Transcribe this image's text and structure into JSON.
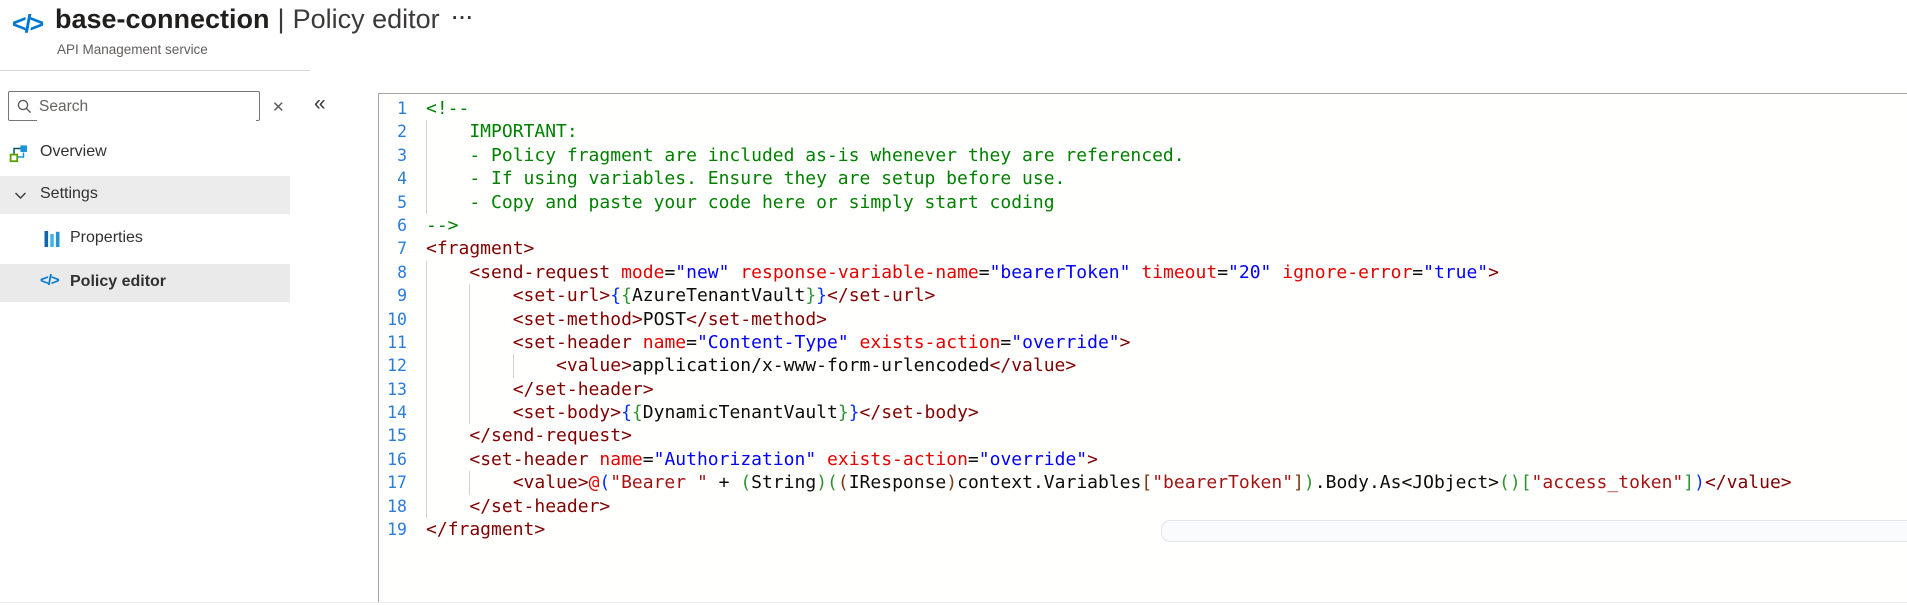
{
  "header": {
    "code_glyph": "</>",
    "title_primary": "base-connection",
    "title_separator": "|",
    "title_secondary": "Policy editor",
    "subtitle": "API Management service",
    "more_label": "···"
  },
  "sidebar": {
    "search": {
      "placeholder": "Search",
      "clear_glyph": "✕",
      "collapse_glyph": "«"
    },
    "items": [
      {
        "label": "Overview",
        "icon": "overview-icon",
        "selected": false
      },
      {
        "label": "Settings",
        "icon": "chevron-down-icon",
        "selected": false,
        "group": true
      },
      {
        "label": "Properties",
        "icon": "properties-icon",
        "selected": false
      },
      {
        "label": "Policy editor",
        "icon": "code-icon",
        "glyph": "</>",
        "selected": true
      }
    ]
  },
  "colors": {
    "accent": "#0078d4",
    "selected_row_bg": "#eaeaea",
    "header_text": "#201f1e",
    "subtitle_text": "#605e5c"
  },
  "editor": {
    "language": "xml",
    "palette": {
      "cm": "#008000",
      "tg": "#800000",
      "at": "#e50000",
      "st": "#0000ff",
      "pl": "#0c0c0c",
      "cs": "#a31515",
      "b1": "#0431fa",
      "b2": "#319331",
      "b3": "#7b3814",
      "ln": "#2b7cd6",
      "guide": "#d3d3d3"
    },
    "lines": [
      {
        "num": "1",
        "guides": [],
        "tokens": [
          [
            "cm",
            "<!--"
          ]
        ]
      },
      {
        "num": "2",
        "guides": [
          0
        ],
        "tokens": [
          [
            "cm",
            "    IMPORTANT:"
          ]
        ]
      },
      {
        "num": "3",
        "guides": [
          0
        ],
        "tokens": [
          [
            "cm",
            "    - Policy fragment are included as-is whenever they are referenced."
          ]
        ]
      },
      {
        "num": "4",
        "guides": [
          0
        ],
        "tokens": [
          [
            "cm",
            "    - If using variables. Ensure they are setup before use."
          ]
        ]
      },
      {
        "num": "5",
        "guides": [
          0
        ],
        "tokens": [
          [
            "cm",
            "    - Copy and paste your code here or simply start coding"
          ]
        ]
      },
      {
        "num": "6",
        "guides": [],
        "tokens": [
          [
            "cm",
            "-->"
          ]
        ]
      },
      {
        "num": "7",
        "guides": [],
        "tokens": [
          [
            "tg",
            "<fragment>"
          ]
        ]
      },
      {
        "num": "8",
        "guides": [
          0
        ],
        "tokens": [
          [
            "pl",
            "    "
          ],
          [
            "tg",
            "<send-request"
          ],
          [
            "pl",
            " "
          ],
          [
            "at",
            "mode"
          ],
          [
            "pl",
            "="
          ],
          [
            "st",
            "\"new\""
          ],
          [
            "pl",
            " "
          ],
          [
            "at",
            "response-variable-name"
          ],
          [
            "pl",
            "="
          ],
          [
            "st",
            "\"bearerToken\""
          ],
          [
            "pl",
            " "
          ],
          [
            "at",
            "timeout"
          ],
          [
            "pl",
            "="
          ],
          [
            "st",
            "\"20\""
          ],
          [
            "pl",
            " "
          ],
          [
            "at",
            "ignore-error"
          ],
          [
            "pl",
            "="
          ],
          [
            "st",
            "\"true\""
          ],
          [
            "tg",
            ">"
          ]
        ]
      },
      {
        "num": "9",
        "guides": [
          0,
          4
        ],
        "tokens": [
          [
            "pl",
            "        "
          ],
          [
            "tg",
            "<set-url>"
          ],
          [
            "b1",
            "{"
          ],
          [
            "b2",
            "{"
          ],
          [
            "pl",
            "AzureTenantVault"
          ],
          [
            "b2",
            "}"
          ],
          [
            "b1",
            "}"
          ],
          [
            "tg",
            "</set-url>"
          ]
        ]
      },
      {
        "num": "10",
        "guides": [
          0,
          4
        ],
        "tokens": [
          [
            "pl",
            "        "
          ],
          [
            "tg",
            "<set-method>"
          ],
          [
            "pl",
            "POST"
          ],
          [
            "tg",
            "</set-method>"
          ]
        ]
      },
      {
        "num": "11",
        "guides": [
          0,
          4
        ],
        "tokens": [
          [
            "pl",
            "        "
          ],
          [
            "tg",
            "<set-header"
          ],
          [
            "pl",
            " "
          ],
          [
            "at",
            "name"
          ],
          [
            "pl",
            "="
          ],
          [
            "st",
            "\"Content-Type\""
          ],
          [
            "pl",
            " "
          ],
          [
            "at",
            "exists-action"
          ],
          [
            "pl",
            "="
          ],
          [
            "st",
            "\"override\""
          ],
          [
            "tg",
            ">"
          ]
        ]
      },
      {
        "num": "12",
        "guides": [
          0,
          4,
          8
        ],
        "tokens": [
          [
            "pl",
            "            "
          ],
          [
            "tg",
            "<value>"
          ],
          [
            "pl",
            "application/x-www-form-urlencoded"
          ],
          [
            "tg",
            "</value>"
          ]
        ]
      },
      {
        "num": "13",
        "guides": [
          0,
          4
        ],
        "tokens": [
          [
            "pl",
            "        "
          ],
          [
            "tg",
            "</set-header>"
          ]
        ]
      },
      {
        "num": "14",
        "guides": [
          0,
          4
        ],
        "tokens": [
          [
            "pl",
            "        "
          ],
          [
            "tg",
            "<set-body>"
          ],
          [
            "b1",
            "{"
          ],
          [
            "b2",
            "{"
          ],
          [
            "pl",
            "DynamicTenantVault"
          ],
          [
            "b2",
            "}"
          ],
          [
            "b1",
            "}"
          ],
          [
            "tg",
            "</set-body>"
          ]
        ]
      },
      {
        "num": "15",
        "guides": [
          0
        ],
        "tokens": [
          [
            "pl",
            "    "
          ],
          [
            "tg",
            "</send-request>"
          ]
        ]
      },
      {
        "num": "16",
        "guides": [
          0
        ],
        "tokens": [
          [
            "pl",
            "    "
          ],
          [
            "tg",
            "<set-header"
          ],
          [
            "pl",
            " "
          ],
          [
            "at",
            "name"
          ],
          [
            "pl",
            "="
          ],
          [
            "st",
            "\"Authorization\""
          ],
          [
            "pl",
            " "
          ],
          [
            "at",
            "exists-action"
          ],
          [
            "pl",
            "="
          ],
          [
            "st",
            "\"override\""
          ],
          [
            "tg",
            ">"
          ]
        ]
      },
      {
        "num": "17",
        "guides": [
          0,
          4
        ],
        "tokens": [
          [
            "pl",
            "        "
          ],
          [
            "tg",
            "<value>"
          ],
          [
            "at",
            "@"
          ],
          [
            "b1",
            "("
          ],
          [
            "cs",
            "\"Bearer \""
          ],
          [
            "pl",
            " + "
          ],
          [
            "b2",
            "("
          ],
          [
            "pl",
            "String"
          ],
          [
            "b2",
            ")"
          ],
          [
            "b2",
            "("
          ],
          [
            "b3",
            "("
          ],
          [
            "pl",
            "IResponse"
          ],
          [
            "b3",
            ")"
          ],
          [
            "pl",
            "context.Variables"
          ],
          [
            "b3",
            "["
          ],
          [
            "cs",
            "\"bearerToken\""
          ],
          [
            "b3",
            "]"
          ],
          [
            "b2",
            ")"
          ],
          [
            "pl",
            ".Body.As<JObject>"
          ],
          [
            "b2",
            "("
          ],
          [
            "b2",
            ")"
          ],
          [
            "b2",
            "["
          ],
          [
            "cs",
            "\"access_token\""
          ],
          [
            "b2",
            "]"
          ],
          [
            "b1",
            ")"
          ],
          [
            "tg",
            "</value>"
          ]
        ]
      },
      {
        "num": "18",
        "guides": [
          0
        ],
        "tokens": [
          [
            "pl",
            "    "
          ],
          [
            "tg",
            "</set-header>"
          ]
        ]
      },
      {
        "num": "19",
        "guides": [],
        "tokens": [
          [
            "tg",
            "</fragment>"
          ]
        ]
      }
    ]
  }
}
